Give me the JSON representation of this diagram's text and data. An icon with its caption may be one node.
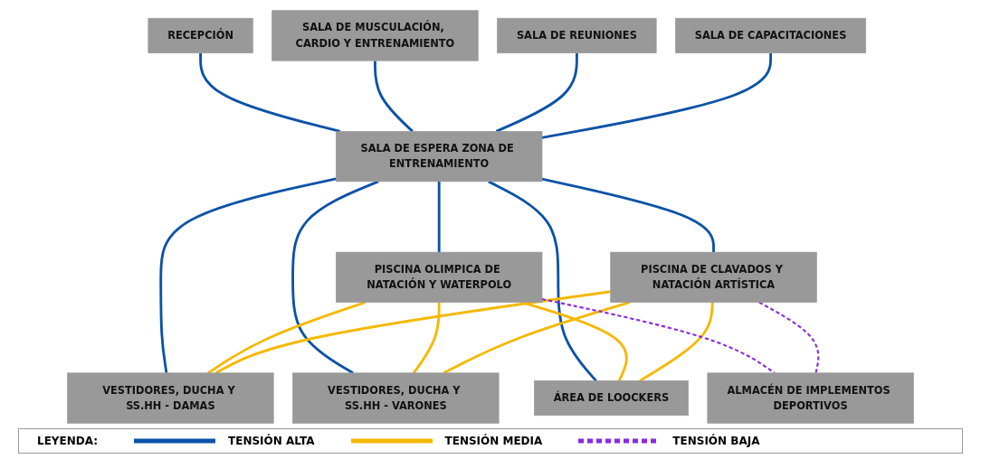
{
  "diagram": {
    "nodes": [
      {
        "text": [
          "RECEPCIÓN"
        ]
      },
      {
        "text": [
          "SALA DE MUSCULACIÓN, CARDIO Y ENTRENAMIENTO"
        ]
      },
      {
        "text": [
          "SALA DE REUNIONES"
        ]
      },
      {
        "text": [
          "SALA DE CAPACITACIONES"
        ]
      },
      {
        "text": [
          "SALA DE ESPERA ZONA DE ENTRENAMIENTO"
        ]
      },
      {
        "text": [
          "VESTIDORES, DUCHA Y SS.HH - DAMAS"
        ]
      },
      {
        "text": [
          "VESTIDORES, DUCHA Y SS.HH - VARONES"
        ]
      },
      {
        "text": [
          "ÁREA DE LOOCKERS"
        ]
      },
      {
        "text": [
          "PISCINA OLIMPICA DE NATACIÓN Y WATERPOLO"
        ]
      },
      {
        "text": [
          "PISCINA DE CLAVADOS Y NATACIÓN ARTÍSTICA"
        ]
      },
      {
        "text": [
          "ALMACÉN DE IMPLEMENTOS DEPORTIVOS"
        ]
      }
    ],
    "edges": [
      {
        "from": 0,
        "to": 4,
        "arrow": "none"
      },
      {
        "from": 1,
        "to": 4,
        "arrow": "none"
      },
      {
        "from": 2,
        "to": 4,
        "arrow": "none"
      },
      {
        "from": 3,
        "to": 4,
        "arrow": "none"
      },
      {
        "from": 4,
        "to": 5,
        "arrow": "none"
      },
      {
        "from": 4,
        "to": 6,
        "arrow": "none"
      },
      {
        "from": 4,
        "to": 7,
        "arrow": "none"
      },
      {
        "from": 4,
        "to": 8,
        "arrow": "none"
      },
      {
        "from": 4,
        "to": 9,
        "arrow": "none"
      },
      {
        "from": 8,
        "to": 5,
        "arrow": "none",
        "color": "#f5b800"
      },
      {
        "from": 8,
        "to": 6,
        "arrow": "none",
        "color": "#f5b800"
      },
      {
        "from": 8,
        "to": 7,
        "arrow": "none",
        "color": "#f5b800"
      },
      {
        "from": 9,
        "to": 5,
        "arrow": "none",
        "color": "#f5b800"
      },
      {
        "from": 9,
        "to": 6,
        "arrow": "none",
        "color": "#f5b800"
      },
      {
        "from": 9,
        "to": 7,
        "arrow": "none",
        "color": "#f5b800"
      },
      {
        "from": 8,
        "to": 10,
        "arrow": "none",
        "style": "dashed",
        "color": "#8a2be2"
      },
      {
        "from": 9,
        "to": 10,
        "arrow": "none",
        "style": "dashed",
        "color": "#8a2be2"
      }
    ],
    "labels": [
      "LEYENDA:"
    ],
    "legend": [
      {
        "text": "TENSIÓN ALTA"
      },
      {
        "text": "TENSIÓN MEDIA"
      },
      {
        "text": "TENSIÓN BAJA"
      }
    ]
  }
}
